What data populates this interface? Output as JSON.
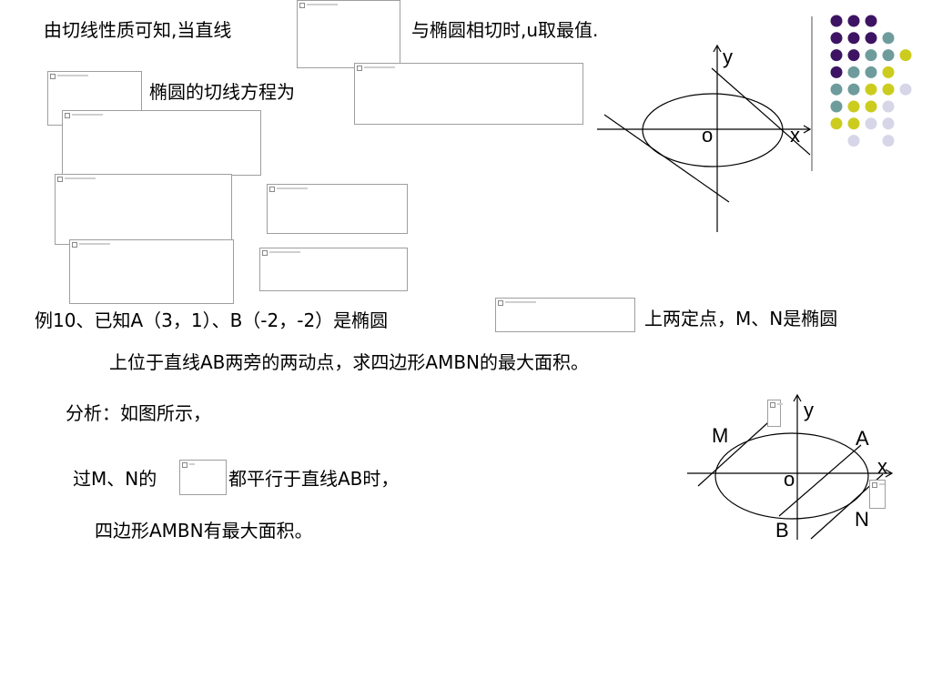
{
  "line1": {
    "before": "由切线性质可知,当直线",
    "after": "与椭圆相切时,u取最值."
  },
  "line2": {
    "text": "椭圆的切线方程为"
  },
  "example": {
    "part1": "例10、已知A（3，1）、B（-2，-2）是椭圆",
    "part2": "上两定点，M、N是椭圆",
    "part3": "上位于直线AB两旁的两动点，求四边形AMBN的最大面积。"
  },
  "analysis": {
    "intro": "分析：如图所示，",
    "through_before": "过M、N的",
    "through_after": "都平行于直线AB时，",
    "conclusion": "四边形AMBN有最大面积。"
  },
  "figure1": {
    "y_label": "y",
    "x_label": "x",
    "origin_label": "o"
  },
  "figure2": {
    "y_label": "y",
    "x_label": "x",
    "origin_label": "o",
    "point_m": "M",
    "point_a": "A",
    "point_n": "N",
    "point_b": "B"
  },
  "colors": {
    "purple": "#3d1463",
    "teal": "#6e9c9c",
    "yellow": "#cccc1f",
    "lavender": "#d6d6e8",
    "divider": "#6e6e6e"
  }
}
